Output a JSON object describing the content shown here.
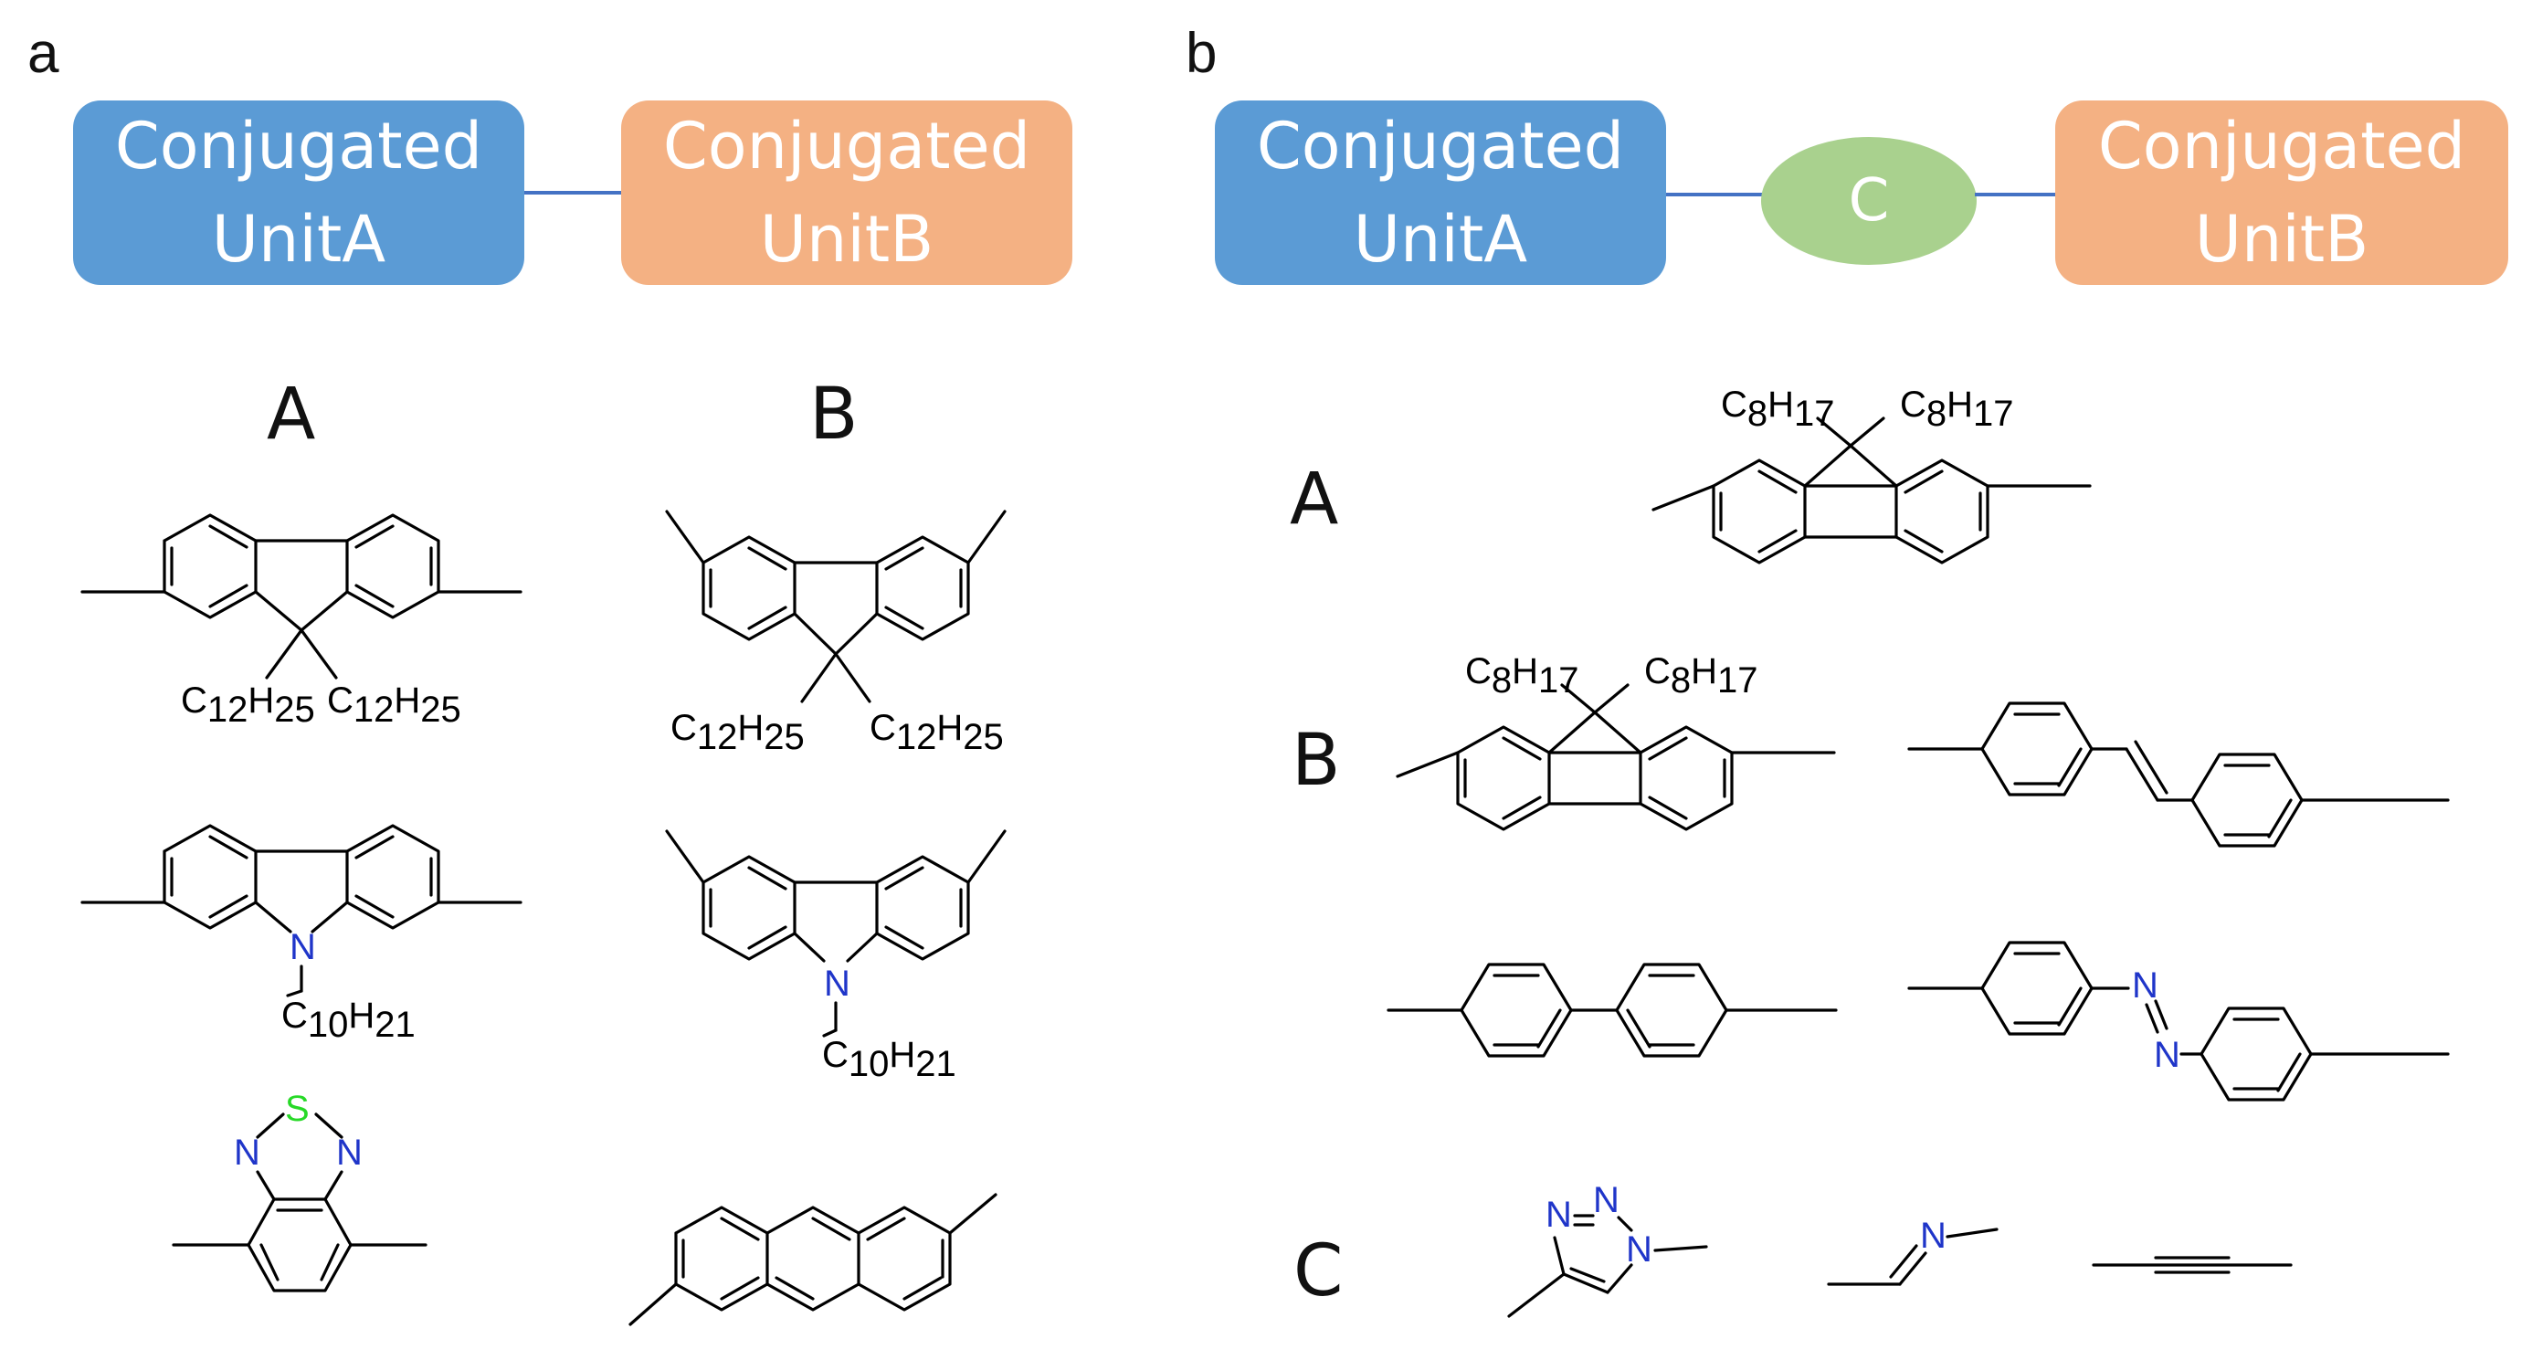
{
  "panel_a": {
    "label": "a",
    "unit_a": [
      "Conjugated",
      "UnitA"
    ],
    "unit_b": [
      "Conjugated",
      "UnitB"
    ],
    "col_a": "A",
    "col_b": "B",
    "structures": {
      "a_fluorene": {
        "sub1": "C12H25",
        "sub2": "C12H25"
      },
      "a_carbazole": {
        "n": "N",
        "sub": "C10H21"
      },
      "a_benzothiadiazole": {
        "s": "S",
        "n1": "N",
        "n2": "N"
      },
      "b_fluorene": {
        "sub1": "C12H25",
        "sub2": "C12H25"
      },
      "b_carbazole": {
        "n": "N",
        "sub": "C10H21"
      },
      "b_anthracene": {}
    }
  },
  "panel_b": {
    "label": "b",
    "unit_a": [
      "Conjugated",
      "UnitA"
    ],
    "linker": "C",
    "unit_b": [
      "Conjugated",
      "UnitB"
    ],
    "row_a": "A",
    "row_b": "B",
    "row_c": "C",
    "structures": {
      "a_fluorene": {
        "sub1": "C8H17",
        "sub2": "C8H17"
      },
      "b_fluorene": {
        "sub1": "C8H17",
        "sub2": "C8H17"
      },
      "b_stilbene": {},
      "b_biphenyl": {},
      "b_azobenzene": {
        "n1": "N",
        "n2": "N"
      },
      "c_triazole": {
        "n1": "N",
        "n2": "N",
        "n3": "N"
      },
      "c_imine": {
        "n": "N"
      },
      "c_alkyne": {}
    }
  },
  "colors": {
    "unit_a": "#5b9bd5",
    "unit_b": "#f4b183",
    "linker": "#a9d18e",
    "link_line": "#4472c4",
    "nitrogen": "#1f35c9",
    "sulfur": "#27d927"
  }
}
